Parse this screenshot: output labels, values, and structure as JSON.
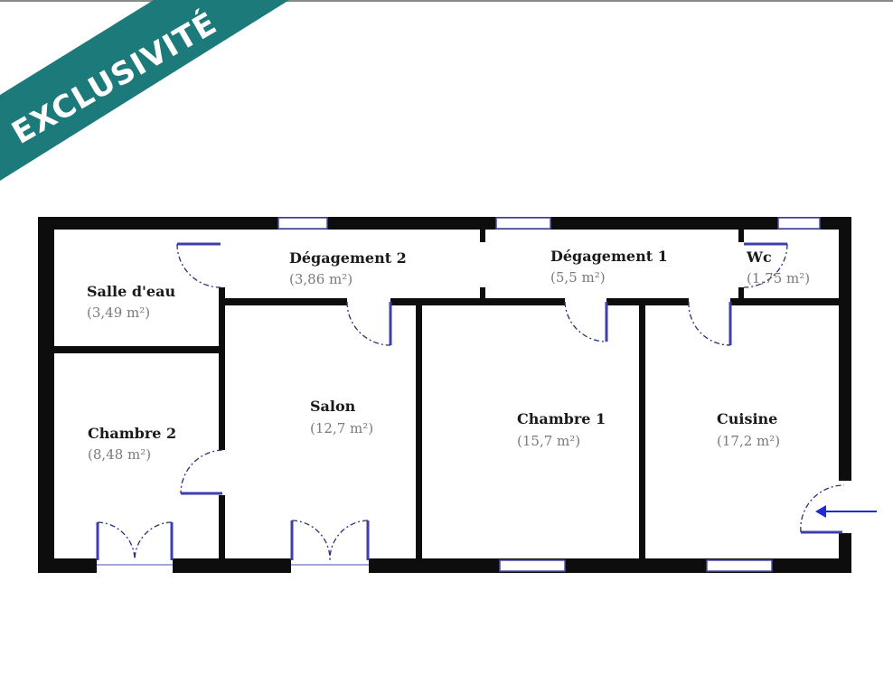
{
  "banner": {
    "text": "EXCLUSIVITÉ",
    "color": "#1d7a7a"
  },
  "rooms": {
    "salle_eau": {
      "name": "Salle d'eau",
      "area": "(3,49 m²)"
    },
    "degagement2": {
      "name": "Dégagement 2",
      "area": "(3,86 m²)"
    },
    "degagement1": {
      "name": "Dégagement 1",
      "area": "(5,5 m²)"
    },
    "wc": {
      "name": "Wc",
      "area": "(1,75 m²)"
    },
    "chambre2": {
      "name": "Chambre 2",
      "area": "(8,48 m²)"
    },
    "salon": {
      "name": "Salon",
      "area": "(12,7 m²)"
    },
    "chambre1": {
      "name": "Chambre 1",
      "area": "(15,7 m²)"
    },
    "cuisine": {
      "name": "Cuisine",
      "area": "(17,2 m²)"
    }
  },
  "entrance_arrow": {
    "icon": "entrance-arrow-icon",
    "color": "#1f2bd6"
  },
  "colors": {
    "wall": "#0d0d0d",
    "door": "#3d3fae",
    "window": "#4b4fa8"
  }
}
